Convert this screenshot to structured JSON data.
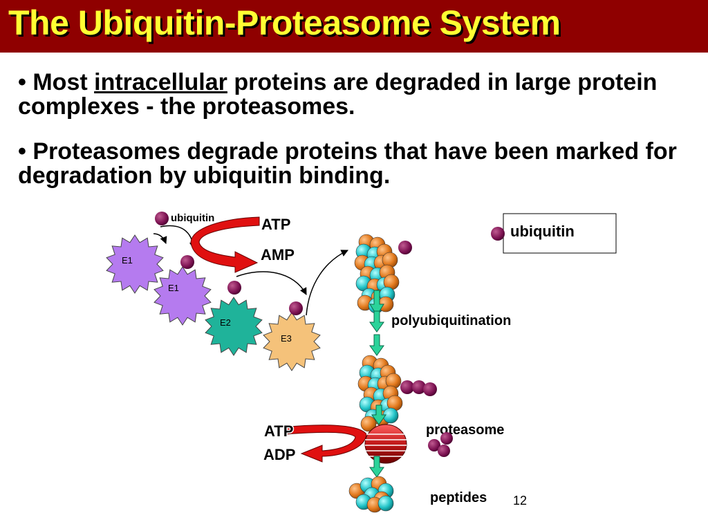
{
  "slide": {
    "title": "The Ubiquitin-Proteasome System",
    "bullets": [
      {
        "marker": "•",
        "pre": " Most ",
        "underlined": "intracellular",
        "post": " proteins are degraded in large protein complexes - the proteasomes."
      },
      {
        "marker": "•",
        "text": " Proteasomes degrade proteins that have been marked for degradation by ubiquitin binding."
      }
    ],
    "page_number": "12"
  },
  "diagram": {
    "labels": {
      "ubiquitin_small": "ubiquitin",
      "atp_top": "ATP",
      "amp": "AMP",
      "legend": "ubiquitin",
      "polyubiquitination": "polyubiquitination",
      "proteasome": "proteasome",
      "atp_bottom": "ATP",
      "adp": "ADP",
      "peptides": "peptides"
    },
    "enzymes": {
      "e1a": "E1",
      "e1b": "E1",
      "e2": "E2",
      "e3": "E3"
    },
    "colors": {
      "title_bg": "#8f0000",
      "title_text": "#ffff33",
      "e1": "#b57bef",
      "e2": "#1fb39a",
      "e3": "#f5c27a",
      "ubiquitin": "#7a1050",
      "protein_orange": "#e27a1e",
      "protein_cyan": "#22c4c8",
      "arrow_red": "#e01010",
      "arrow_green": "#2bd39a",
      "proteasome": "#c01818"
    }
  }
}
